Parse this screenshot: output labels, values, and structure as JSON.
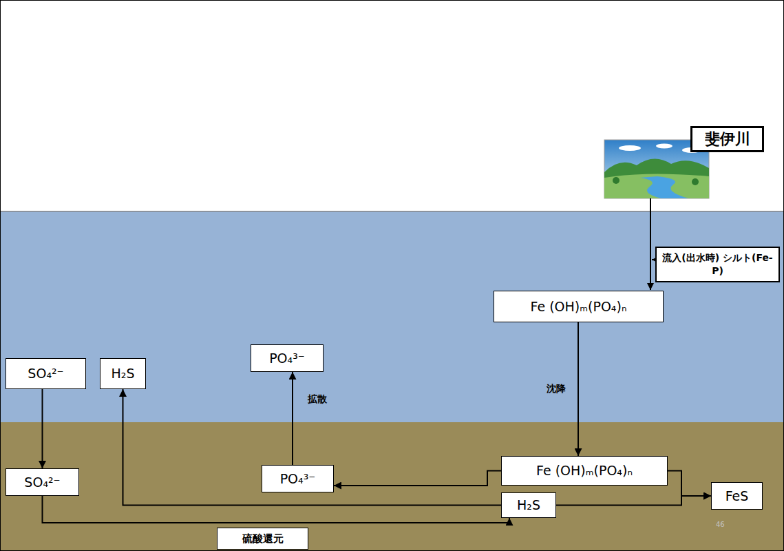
{
  "diagram": {
    "nodes": [
      {
        "text": [
          "斐伊川"
        ]
      },
      {
        "text": [
          "流入(出水時) シルト(Fe-P)"
        ]
      },
      {
        "text": [
          "Fe (OH)ₘ(PO₄)ₙ"
        ]
      },
      {
        "text": [
          "SO₄²⁻"
        ]
      },
      {
        "text": [
          "H₂S"
        ]
      },
      {
        "text": [
          "PO₄³⁻"
        ]
      },
      {
        "text": [
          "SO₄²⁻"
        ]
      },
      {
        "text": [
          "PO₄³⁻"
        ]
      },
      {
        "text": [
          "Fe (OH)ₘ(PO₄)ₙ"
        ]
      },
      {
        "text": [
          "H₂S"
        ]
      },
      {
        "text": [
          "FeS"
        ]
      },
      {
        "text": [
          "硫酸還元"
        ]
      }
    ],
    "edges": [
      {
        "from": 3,
        "to": 6,
        "arrow": "to"
      },
      {
        "from": 2,
        "to": 8,
        "label": "沈降",
        "arrow": "to"
      },
      {
        "from": 7,
        "to": 5,
        "label": "拡散",
        "arrow": "to"
      },
      {
        "from": 8,
        "to": 7,
        "arrow": "to"
      },
      {
        "from": 9,
        "to": 4,
        "arrow": "to"
      },
      {
        "from": 6,
        "to": 9,
        "arrow": "to"
      },
      {
        "from": 8,
        "to": 10,
        "arrow": "to"
      },
      {
        "from": 9,
        "to": 10,
        "arrow": "to"
      }
    ],
    "labels": [
      "46"
    ]
  }
}
